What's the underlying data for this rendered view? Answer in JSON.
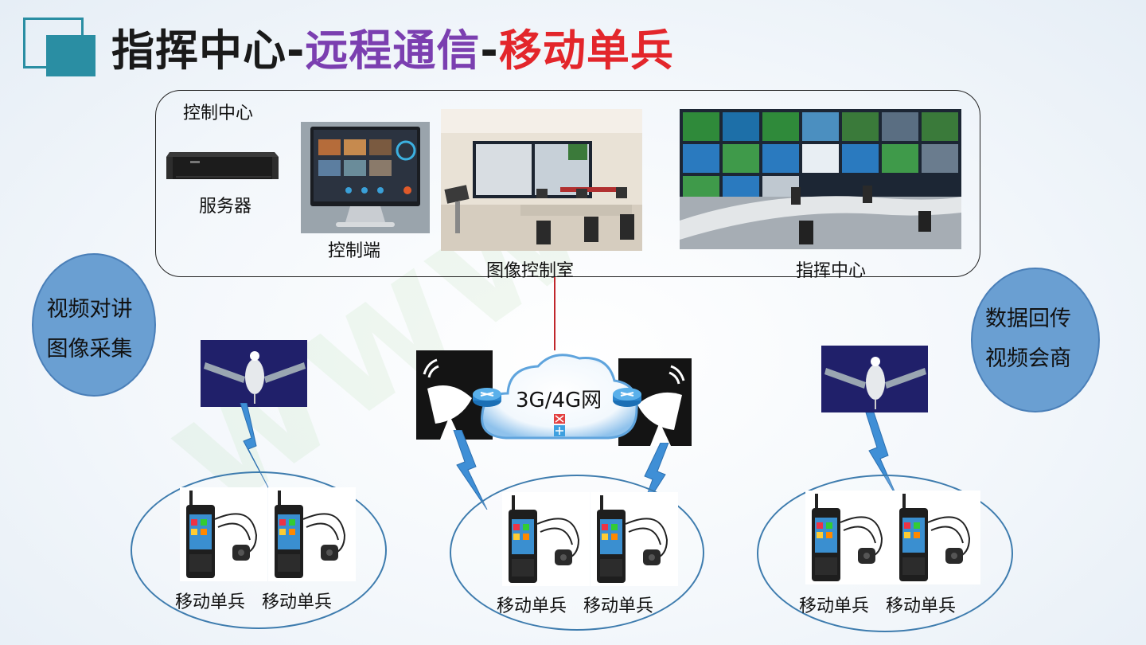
{
  "title": {
    "part1": "指挥中心-",
    "part2": "远程通信",
    "part3": "-",
    "part4": "移动单兵"
  },
  "control_center": {
    "label": "控制中心",
    "server_label": "服务器",
    "console_label": "控制端",
    "image_room_label": "图像控制室",
    "command_center_label": "指挥中心"
  },
  "left_bubble": {
    "line1": "视频对讲",
    "line2": "图像采集"
  },
  "right_bubble": {
    "line1": "数据回传",
    "line2": "视频会商"
  },
  "network": {
    "label": "3G/4G网"
  },
  "groups": [
    {
      "unit1": "移动单兵",
      "unit2": "移动单兵"
    },
    {
      "unit1": "移动单兵",
      "unit2": "移动单兵"
    },
    {
      "unit1": "移动单兵",
      "unit2": "移动单兵"
    }
  ],
  "colors": {
    "accent": "#2a8ea3",
    "title_purple": "#7b3fb0",
    "title_red": "#e3262b",
    "bubble_blue": "#6a9fd2",
    "lightning": "#3f8fd6"
  }
}
